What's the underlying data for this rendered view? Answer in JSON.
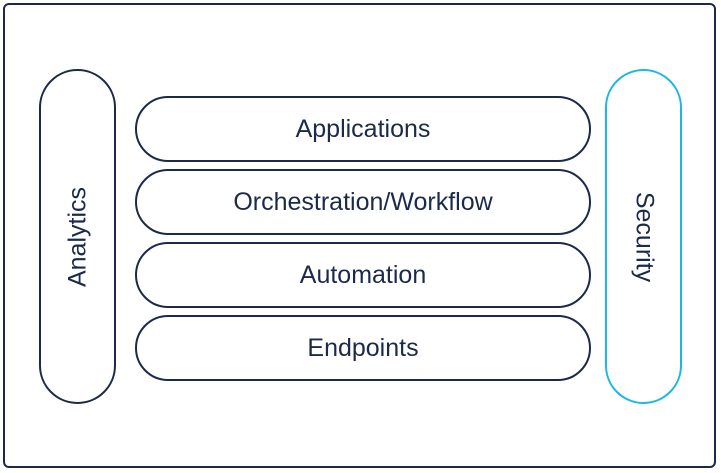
{
  "colors": {
    "outline": "#1b2a4a",
    "security_accent": "#1ab8e6",
    "text": "#1b2a4a",
    "background": "#ffffff"
  },
  "diagram": {
    "left_pillar": {
      "label": "Analytics"
    },
    "right_pillar": {
      "label": "Security"
    },
    "layers": [
      {
        "label": "Applications"
      },
      {
        "label": "Orchestration/Workflow"
      },
      {
        "label": "Automation"
      },
      {
        "label": "Endpoints"
      }
    ]
  }
}
